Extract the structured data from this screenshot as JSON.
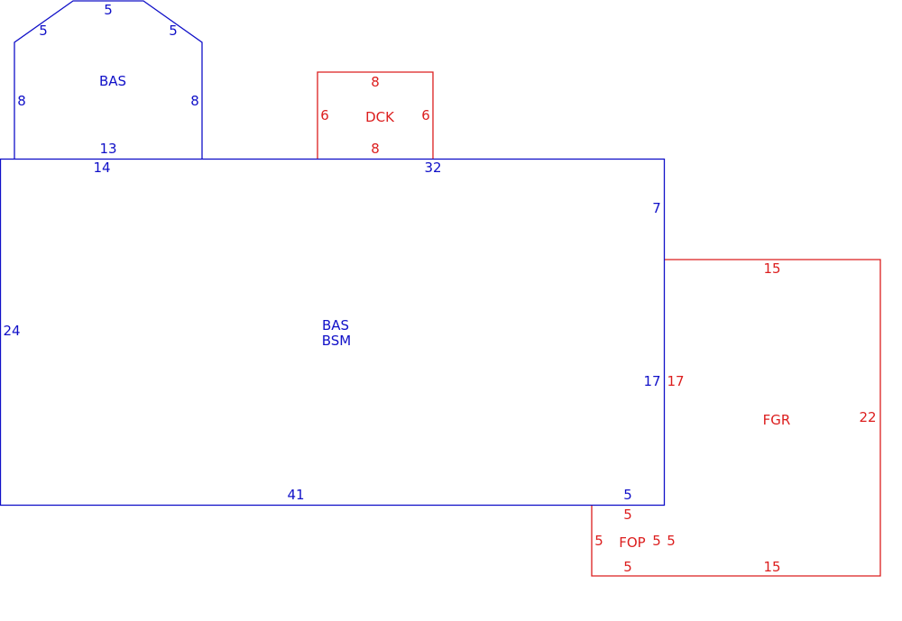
{
  "colors": {
    "main": "#1010c8",
    "accessory": "#dc1e1e",
    "background": "#ffffff"
  },
  "areas": {
    "bas_top": {
      "code": "BAS"
    },
    "main": {
      "code_1": "BAS",
      "code_2": "BSM"
    },
    "dck": {
      "code": "DCK"
    },
    "fgr": {
      "code": "FGR"
    },
    "fop": {
      "code": "FOP"
    }
  },
  "dimensions": {
    "bas_top": {
      "top": "5",
      "upper_left": "5",
      "upper_right": "5",
      "left": "8",
      "right": "8",
      "bottom": "13"
    },
    "main": {
      "top_left": "14",
      "top_right": "32",
      "right_upper": "7",
      "left": "24",
      "right_lower": "17",
      "bottom": "41",
      "bottom_right": "5"
    },
    "dck": {
      "top": "8",
      "left": "6",
      "right": "6",
      "bottom": "8"
    },
    "fgr": {
      "top": "15",
      "left": "17",
      "right": "22",
      "bottom": "15"
    },
    "fop": {
      "top": "5",
      "left": "5",
      "right_inner": "5",
      "right_outer": "5",
      "bottom": "5"
    }
  }
}
